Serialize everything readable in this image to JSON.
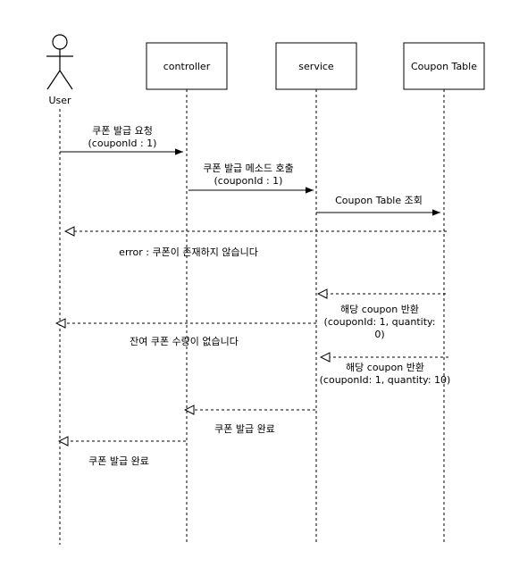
{
  "participants": [
    {
      "id": "user",
      "label": "User",
      "kind": "actor"
    },
    {
      "id": "controller",
      "label": "controller",
      "kind": "box"
    },
    {
      "id": "service",
      "label": "service",
      "kind": "box"
    },
    {
      "id": "coupon_table",
      "label": "Coupon Table",
      "kind": "box"
    }
  ],
  "messages": [
    {
      "id": "m1",
      "lines": [
        "쿠폰 발급 요청",
        "(couponId : 1)"
      ],
      "style": "solid"
    },
    {
      "id": "m2",
      "lines": [
        "쿠폰 발급 메소드 호출",
        "(couponId : 1)"
      ],
      "style": "solid"
    },
    {
      "id": "m3",
      "lines": [
        "Coupon Table 조회"
      ],
      "style": "solid"
    },
    {
      "id": "m4",
      "lines": [
        "error : 쿠폰이 존재하지 않습니다"
      ],
      "style": "dashed"
    },
    {
      "id": "m5",
      "lines": [
        "해당 coupon 반환",
        "(couponId: 1, quantity:",
        "0)"
      ],
      "style": "dashed"
    },
    {
      "id": "m6",
      "lines": [
        "잔여 쿠폰 수량이 없습니다"
      ],
      "style": "dashed"
    },
    {
      "id": "m7",
      "lines": [
        "해당 coupon 반환",
        "(couponId: 1, quantity: 10)"
      ],
      "style": "dashed"
    },
    {
      "id": "m8",
      "lines": [
        "쿠폰 발급 완료"
      ],
      "style": "dashed"
    },
    {
      "id": "m9",
      "lines": [
        "쿠폰 발급 완료"
      ],
      "style": "dashed"
    }
  ]
}
